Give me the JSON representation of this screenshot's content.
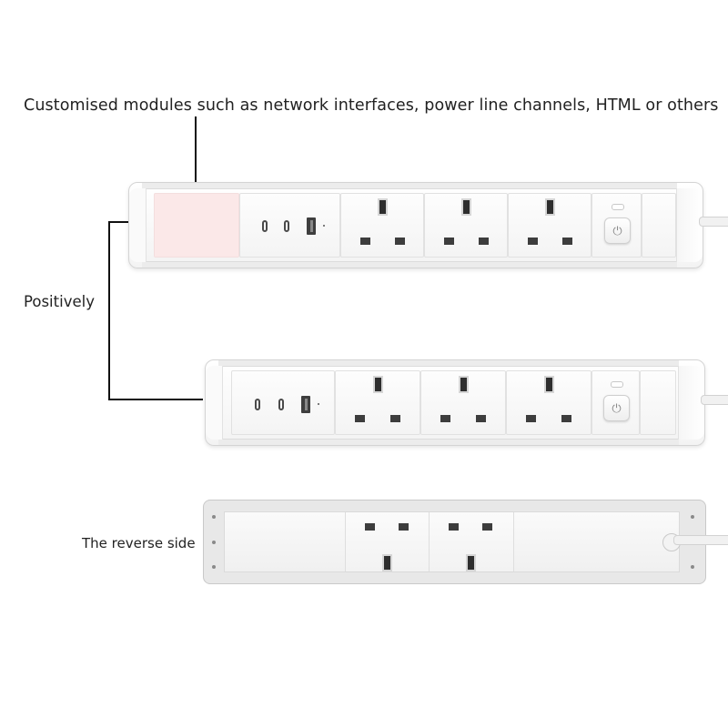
{
  "captions": {
    "top": "Customised modules such as network interfaces, power line channels, HTML or others",
    "positively": "Positively",
    "reverse": "The reverse side"
  },
  "colors": {
    "custom_module": "#fbe8e8",
    "strip_body": "#ffffff",
    "leader_line": "#111111"
  },
  "strips": [
    {
      "name": "front-strip-with-custom-module",
      "modules": [
        "custom-module",
        "usb-module",
        "uk-socket",
        "uk-socket",
        "uk-socket",
        "power-switch"
      ]
    },
    {
      "name": "front-strip",
      "modules": [
        "usb-module",
        "uk-socket",
        "uk-socket",
        "uk-socket",
        "power-switch"
      ]
    },
    {
      "name": "reverse-strip",
      "modules": [
        "uk-socket-rear",
        "uk-socket-rear"
      ]
    }
  ],
  "icons": {
    "power": "power-icon"
  }
}
